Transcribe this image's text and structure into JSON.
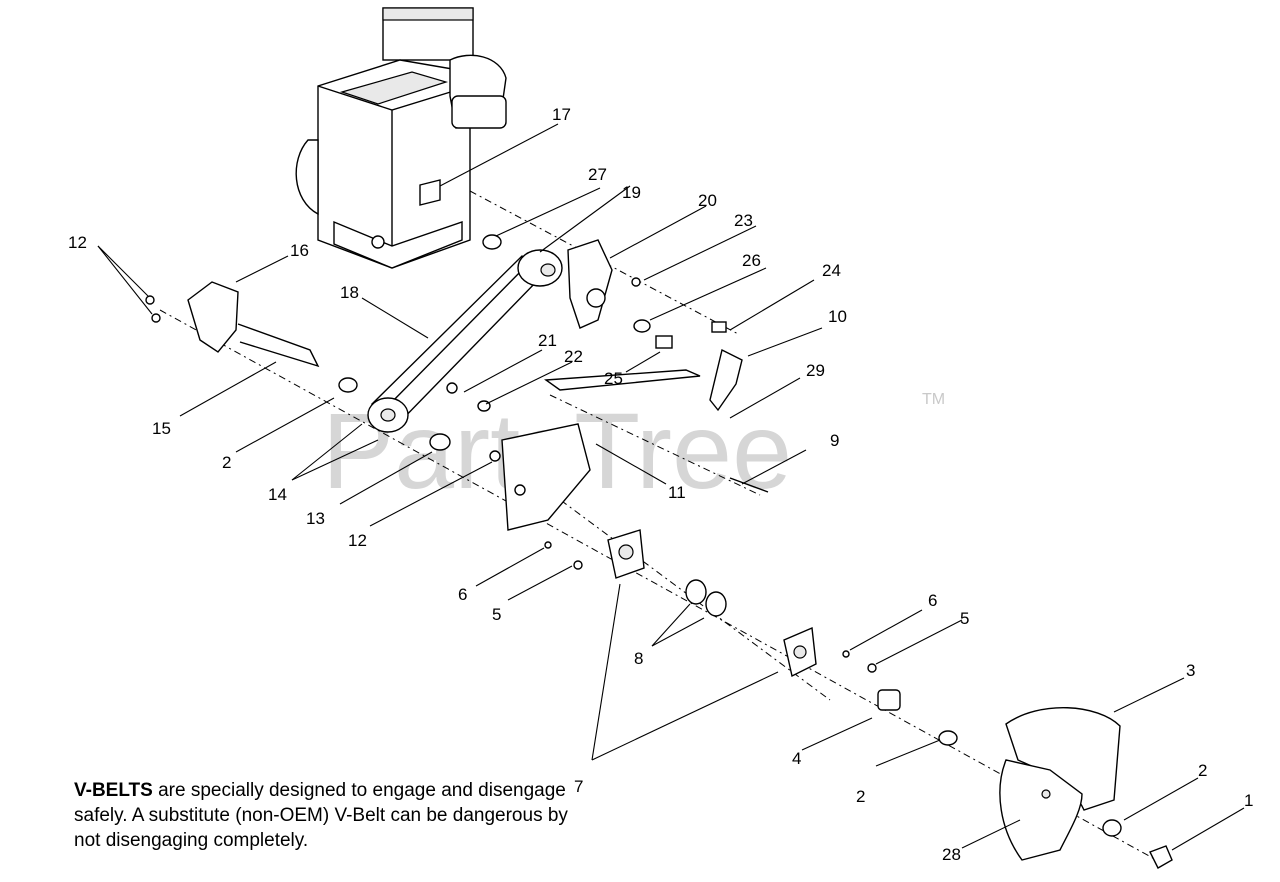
{
  "watermark": {
    "brand": "PartsTree",
    "trademark": "TM"
  },
  "note": {
    "bold": "V-BELTS",
    "rest": " are specially designed to engage and disengage safely. A substitute (non-OEM) V-Belt can be dangerous by not disengaging completely."
  },
  "callouts": {
    "c1": "1",
    "c2a": "2",
    "c2b": "2",
    "c2c": "2",
    "c3": "3",
    "c4": "4",
    "c5a": "5",
    "c5b": "5",
    "c6a": "6",
    "c6b": "6",
    "c7": "7",
    "c8": "8",
    "c9": "9",
    "c10": "10",
    "c11": "11",
    "c12a": "12",
    "c12b": "12",
    "c13": "13",
    "c14": "14",
    "c15": "15",
    "c16": "16",
    "c17": "17",
    "c18": "18",
    "c19": "19",
    "c20": "20",
    "c21": "21",
    "c22": "22",
    "c23": "23",
    "c24": "24",
    "c25": "25",
    "c26": "26",
    "c27": "27",
    "c28": "28",
    "c29": "29"
  }
}
